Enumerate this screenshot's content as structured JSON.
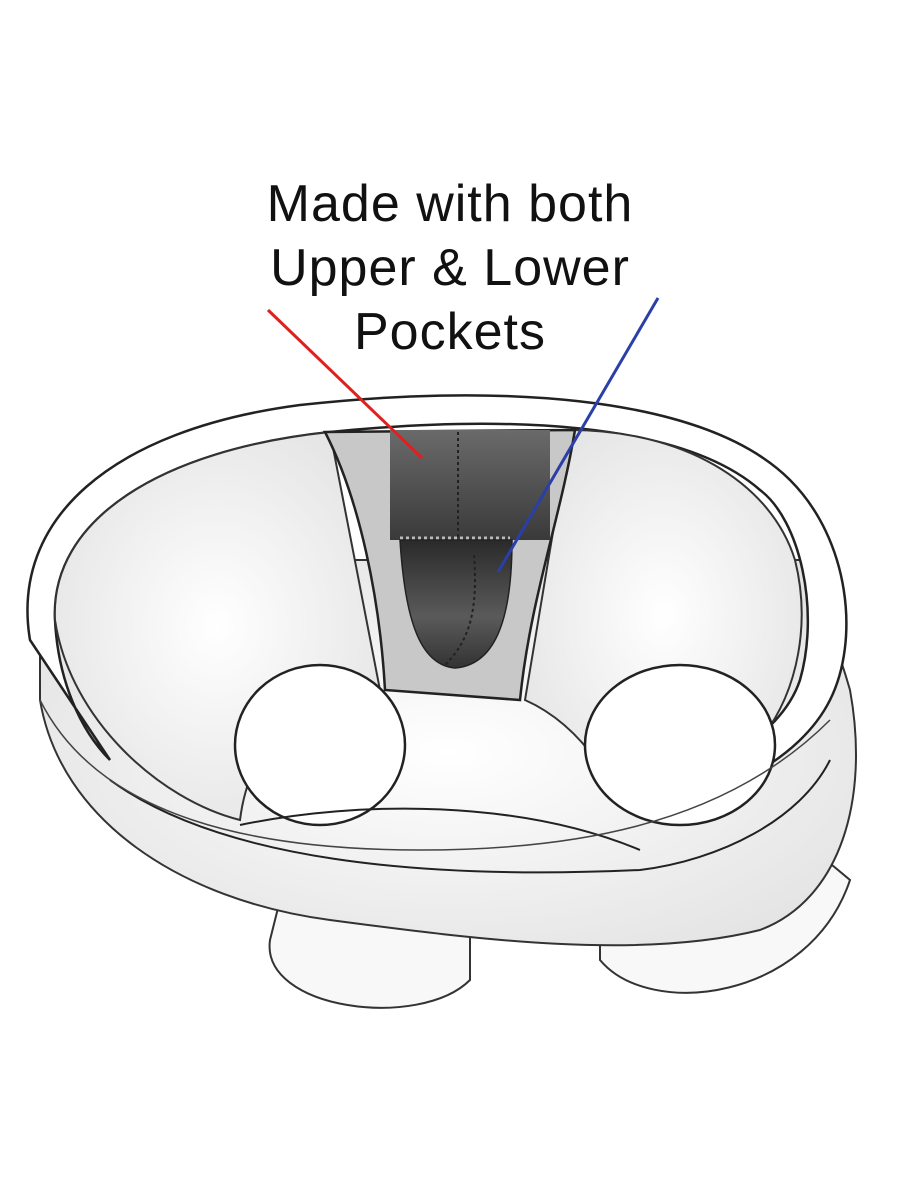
{
  "caption": {
    "line1": "Made with both",
    "line2": "Upper & Lower",
    "line3": "Pockets"
  },
  "callouts": [
    {
      "label": "upper-pocket",
      "color": "#e02020"
    },
    {
      "label": "lower-pocket",
      "color": "#2a3fa8"
    }
  ],
  "colors": {
    "background": "#ffffff",
    "outline": "#222222",
    "pouch_panel": "#c8c8c8",
    "pocket_dark": "#4a4a4a"
  }
}
